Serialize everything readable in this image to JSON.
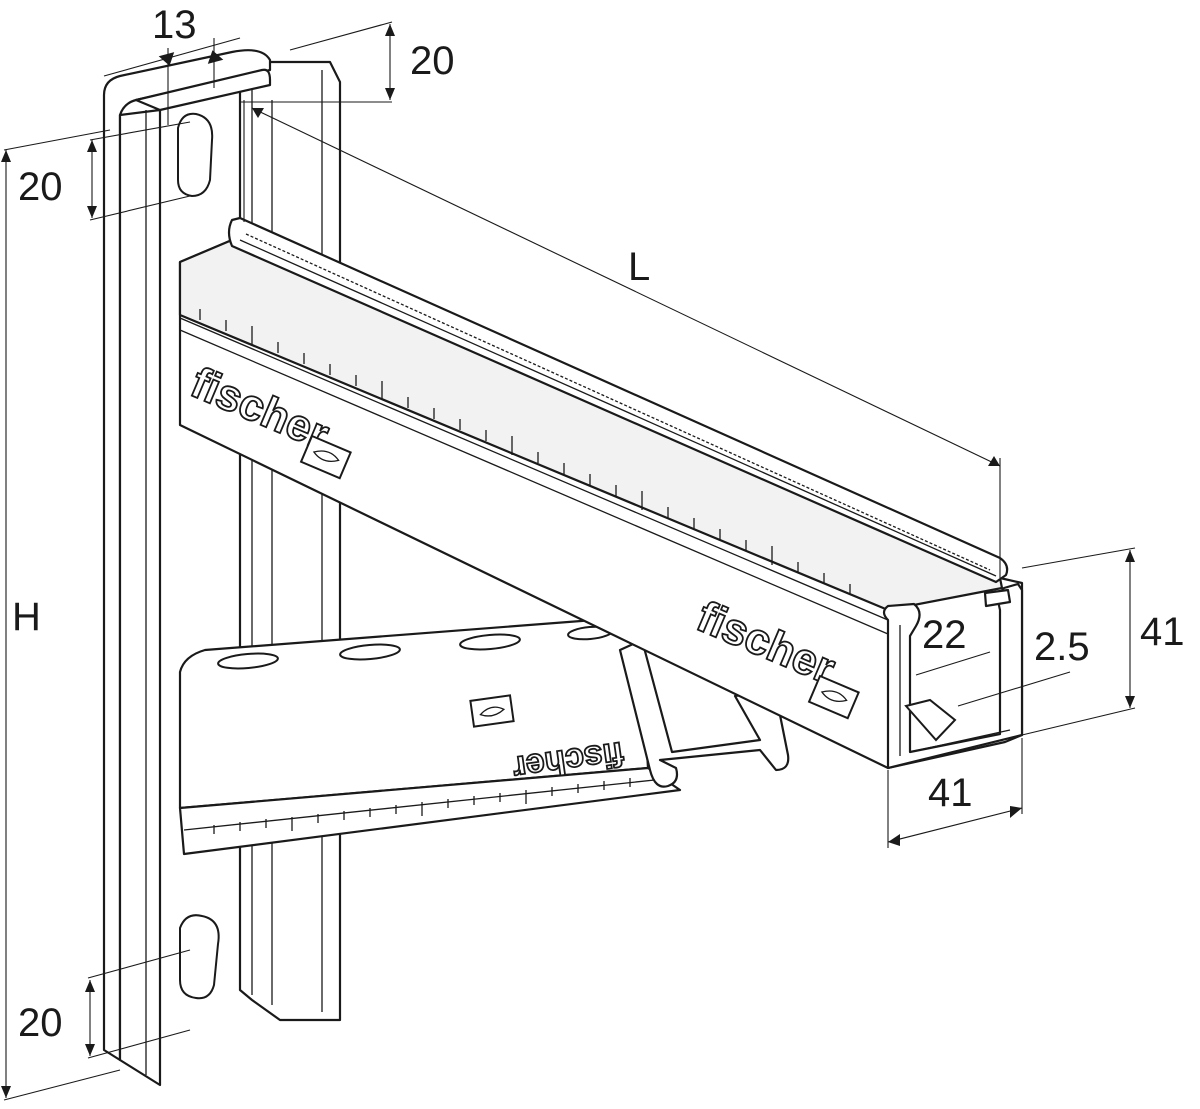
{
  "dimensions": {
    "top_width": "13",
    "top_offset": "20",
    "upper_slot_offset": "20",
    "lower_slot_offset": "20",
    "height": "H",
    "length": "L",
    "slot_opening": "22",
    "wall_thickness": "2.5",
    "profile_height": "41",
    "profile_width": "41"
  },
  "branding": {
    "upper_arm_logo": "fischer",
    "front_end_logo": "fischer",
    "lower_brace_logo": "fischer"
  },
  "colors": {
    "line": "#1a1a1a",
    "fill": "#ffffff"
  }
}
